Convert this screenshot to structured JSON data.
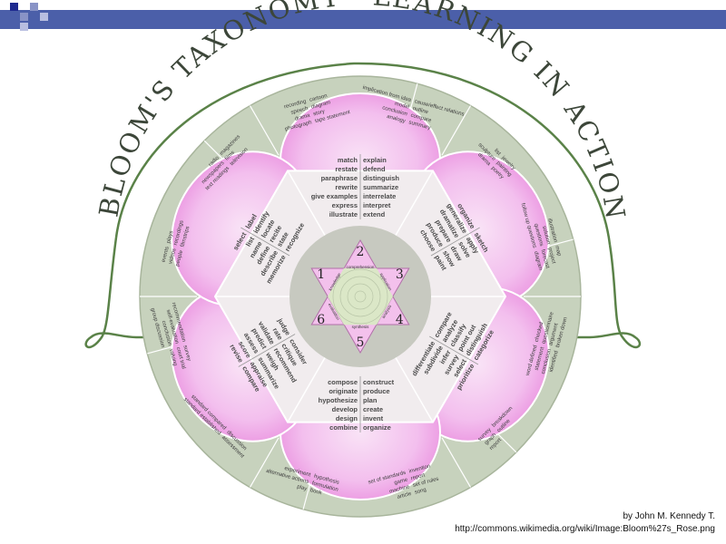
{
  "title": "BLOOM'S TAXONOMY - LEARNING IN ACTION",
  "levels": [
    {
      "number": "1",
      "name": "knowledge"
    },
    {
      "number": "2",
      "name": "comprehension"
    },
    {
      "number": "3",
      "name": "application"
    },
    {
      "number": "4",
      "name": "analysis"
    },
    {
      "number": "5",
      "name": "synthesis"
    },
    {
      "number": "6",
      "name": "evaluation"
    }
  ],
  "verbs": {
    "comprehension": [
      [
        "match",
        "restate",
        "paraphrase",
        "rewrite",
        "give examples",
        "express",
        "illustrate"
      ],
      [
        "explain",
        "defend",
        "distinguish",
        "summarize",
        "interrelate",
        "interpret",
        "extend"
      ]
    ],
    "synthesis": [
      [
        "compose",
        "originate",
        "hypothesize",
        "develop",
        "design",
        "combine"
      ],
      [
        "construct",
        "produce",
        "plan",
        "create",
        "invent",
        "organize"
      ]
    ],
    "knowledge": [
      [
        "select",
        "list",
        "name",
        "define",
        "describe",
        "memorize"
      ],
      [
        "label",
        "identify",
        "locate",
        "recite",
        "state",
        "recognize"
      ]
    ],
    "application": [
      [
        "organize",
        "generalize",
        "dramatize",
        "prepare",
        "produce",
        "choose"
      ],
      [
        "sketch",
        "apply",
        "solve",
        "draw",
        "show",
        "paint"
      ]
    ],
    "evaluation": [
      [
        "judge",
        "rate",
        "validate",
        "predict",
        "assess",
        "score",
        "revise"
      ],
      [
        "consider",
        "critique",
        "recommend",
        "weigh",
        "summarize",
        "appraise",
        "compare"
      ]
    ],
    "analysis": [
      [
        "differentiate",
        "subdivide",
        "infer",
        "survey",
        "select",
        "prioritize"
      ],
      [
        "compare",
        "analyze",
        "classify",
        "point out",
        "distinguish",
        "categorize"
      ]
    ]
  },
  "products": {
    "top_left": [
      "recording",
      "speech",
      "drama",
      "photograph",
      "cartoon",
      "diagram",
      "story",
      "tape statement"
    ],
    "top_right": [
      "implication from idea",
      "model",
      "conclusion",
      "analogy",
      "cause/effect relations",
      "outline",
      "compare",
      "summary"
    ],
    "upper_left": [
      "radio",
      "newspapers",
      "text readings",
      "magazines",
      "films",
      "television"
    ],
    "upper_right": [
      "list",
      "sculpture",
      "drama",
      "jewelry",
      "painting",
      "poetry"
    ],
    "left": [
      "events",
      "videos",
      "people",
      "plays",
      "recordings",
      "filmstrips"
    ],
    "right_upper": [
      "illustration",
      "solution",
      "questions",
      "follow up questions",
      "map",
      "project",
      "forecast",
      "diagram"
    ],
    "left_lower": [
      "recommendation",
      "self-evaluation",
      "conclusion",
      "group discussion",
      "survey",
      "court trial",
      "valuing"
    ],
    "right_lower": [
      "word defined",
      "statement",
      "conclusion",
      "identified",
      "checked",
      "questionnaire",
      "argument",
      "broken down"
    ],
    "lower_left": [
      "standard compared",
      "standard established",
      "discussion",
      "assessment"
    ],
    "lower_right": [
      "survey",
      "graph",
      "report",
      "breakdown",
      "outline"
    ],
    "bottom_left": [
      "experiment",
      "alternative actions",
      "play",
      "hypothesis",
      "formulation",
      "book"
    ],
    "bottom_right": [
      "set of standards",
      "game",
      "machine",
      "article",
      "invention",
      "report",
      "set of rules",
      "song"
    ]
  },
  "credit": {
    "line1": "by John M. Kennedy T.",
    "line2": "http://commons.wikimedia.org/wiki/Image:Bloom%27s_Rose.png"
  },
  "colors": {
    "bar": "#4b5fa9",
    "outer_ring": "#c7d2bd",
    "petal": "#e888dc",
    "petal_light": "#f9e3f6",
    "wedge": "#f1ecee",
    "center": "#c7c9c0",
    "triangle": "#f3c1ec",
    "hexagram_center": "#dbe7c7",
    "title": "#3c4639",
    "vine": "#5a8248"
  }
}
